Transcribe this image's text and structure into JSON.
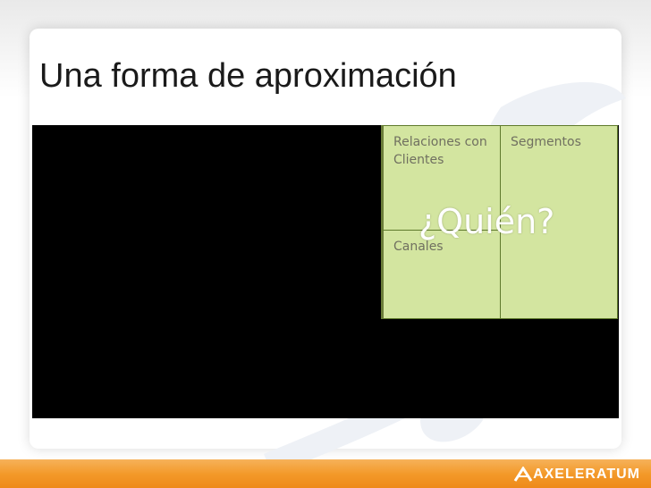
{
  "slide": {
    "title": "Una forma de aproximación"
  },
  "canvas": {
    "cells": {
      "relaciones": "Relaciones con\nClientes",
      "segmentos": "Segmentos",
      "canales": "Canales"
    },
    "overlay_question": "¿Quién?"
  },
  "footer": {
    "logo_text": "AXELERATUM"
  },
  "colors": {
    "cell_fill": "#d3e5a0",
    "footer_orange": "#f39a2a",
    "title_text": "#1a1a1a"
  }
}
